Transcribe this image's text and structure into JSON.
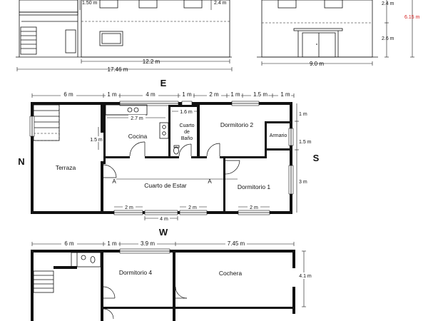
{
  "compass": {
    "north": "N",
    "east": "E",
    "south": "S",
    "west": "W"
  },
  "elevations": {
    "left": {
      "height_top": "1.50 m",
      "height_mid": "2.4 m",
      "width_inner": "12.2 m",
      "width_total": "17.46 m"
    },
    "right": {
      "height_top": "2.4 m",
      "height_bottom": "2.6 m",
      "height_total": "6.15 m",
      "width_total": "9.0 m"
    }
  },
  "colors": {
    "highlight": "#d42020"
  },
  "ground_floor": {
    "rooms": {
      "terraza": "Terraza",
      "cocina": "Cocina",
      "cuarto_bano_1": "Cuarto",
      "cuarto_bano_2": "de",
      "cuarto_bano_3": "Baño",
      "dormitorio2": "Dormitorio 2",
      "armario": "Armario",
      "cuarto_estar": "Cuarto de Estar",
      "dormitorio1": "Dormitorio 1"
    },
    "section_marks": {
      "left": "A",
      "right": "A"
    },
    "dims_top": {
      "d1": "6 m",
      "d2": "1 m",
      "d3": "4 m",
      "d4": "1 m",
      "d5": "2 m",
      "d6": "1 m",
      "d7": "1.5 m",
      "d8": "1 m"
    },
    "dims_inner": {
      "kitchen_width": "2.7 m",
      "bath_width": "1.6 m",
      "kitchen_depth": "1.5 m"
    },
    "dims_right": {
      "r1": "1 m",
      "r2": "1.5 m",
      "r3": "3 m"
    },
    "dims_bottom": {
      "b1": "2 m",
      "b2": "2 m",
      "b3": "4 m",
      "b4": "2 m"
    }
  },
  "upper_floor": {
    "rooms": {
      "dormitorio4": "Dormitorio 4",
      "cochera": "Cochera"
    },
    "dims_top": {
      "d1": "6 m",
      "d2": "1 m",
      "d3": "3.9 m",
      "d4": "7.45 m"
    },
    "dims_right": {
      "r1": "4.1 m"
    }
  }
}
